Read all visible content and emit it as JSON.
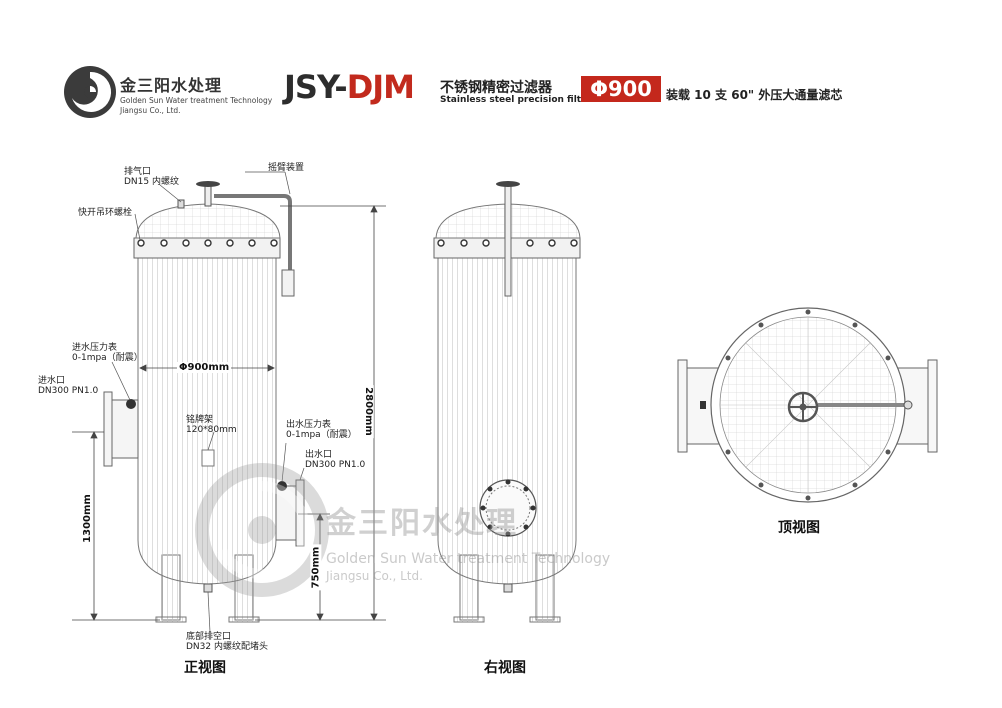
{
  "header": {
    "logo_cn": "金三阳水处理",
    "logo_en_line1": "Golden Sun Water treatment Technology",
    "logo_en_line2": "Jiangsu Co., Ltd.",
    "model_prefix": "JSY-",
    "model_suffix": "DJM",
    "product_name_cn": "不锈钢精密过滤器",
    "product_name_en": "Stainless steel precision filter",
    "size_badge": "Φ900",
    "spec_text": "装载 10 支 60\" 外压大通量滤芯"
  },
  "front_view": {
    "title": "正视图",
    "vent_label": "排气口",
    "vent_spec": "DN15 内螺纹",
    "rocker_label": "摇臂装置",
    "clamp_label": "快开吊环螺栓",
    "inlet_gauge_label": "进水压力表",
    "inlet_gauge_spec": "0-1mpa（耐震）",
    "inlet_label": "进水口",
    "inlet_spec": "DN300 PN1.0",
    "diameter_dim": "Φ900mm",
    "nameplate_label": "铭牌架",
    "nameplate_spec": "120*80mm",
    "outlet_gauge_label": "出水压力表",
    "outlet_gauge_spec": "0-1mpa（耐震）",
    "outlet_label": "出水口",
    "outlet_spec": "DN300 PN1.0",
    "height_inlet_dim": "1300mm",
    "height_outlet_dim": "750mm",
    "height_total_dim": "2800mm",
    "drain_label": "底部排空口",
    "drain_spec": "DN32 内螺纹配堵头"
  },
  "right_view": {
    "title": "右视图"
  },
  "top_view": {
    "title": "顶视图"
  },
  "watermark": {
    "cn": "金三阳水处理",
    "en_line1": "Golden Sun Water treatment Technology",
    "en_line2": "Jiangsu Co., Ltd."
  },
  "colors": {
    "accent": "#c4281c",
    "ink": "#222222",
    "line": "#555555"
  }
}
